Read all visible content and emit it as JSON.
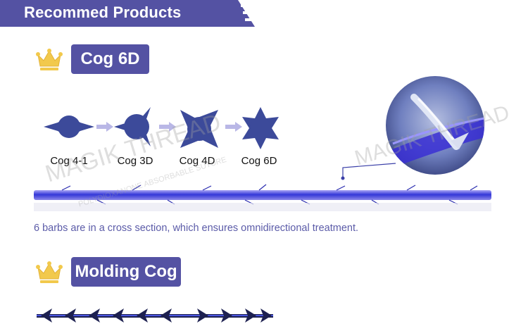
{
  "header": {
    "title": "Recommed Products"
  },
  "sections": [
    {
      "title": "Cog 6D"
    },
    {
      "title": "Molding Cog"
    }
  ],
  "cog_types": [
    {
      "label": "Cog 4-1"
    },
    {
      "label": "Cog 3D"
    },
    {
      "label": "Cog 4D"
    },
    {
      "label": "Cog 6D"
    }
  ],
  "caption": "6 barbs are in a cross section, which ensures omnidirectional treatment.",
  "watermark": {
    "main": "MAGIK THREAD",
    "sub": "POLYDIOXANONE ABSORBABLE SUTURE"
  },
  "colors": {
    "accent": "#5452a3",
    "thread": "#3a3fd1",
    "crown": "#f2c94c"
  },
  "icons": {
    "crown": "crown-icon",
    "arrow": "arrow-right-icon"
  }
}
